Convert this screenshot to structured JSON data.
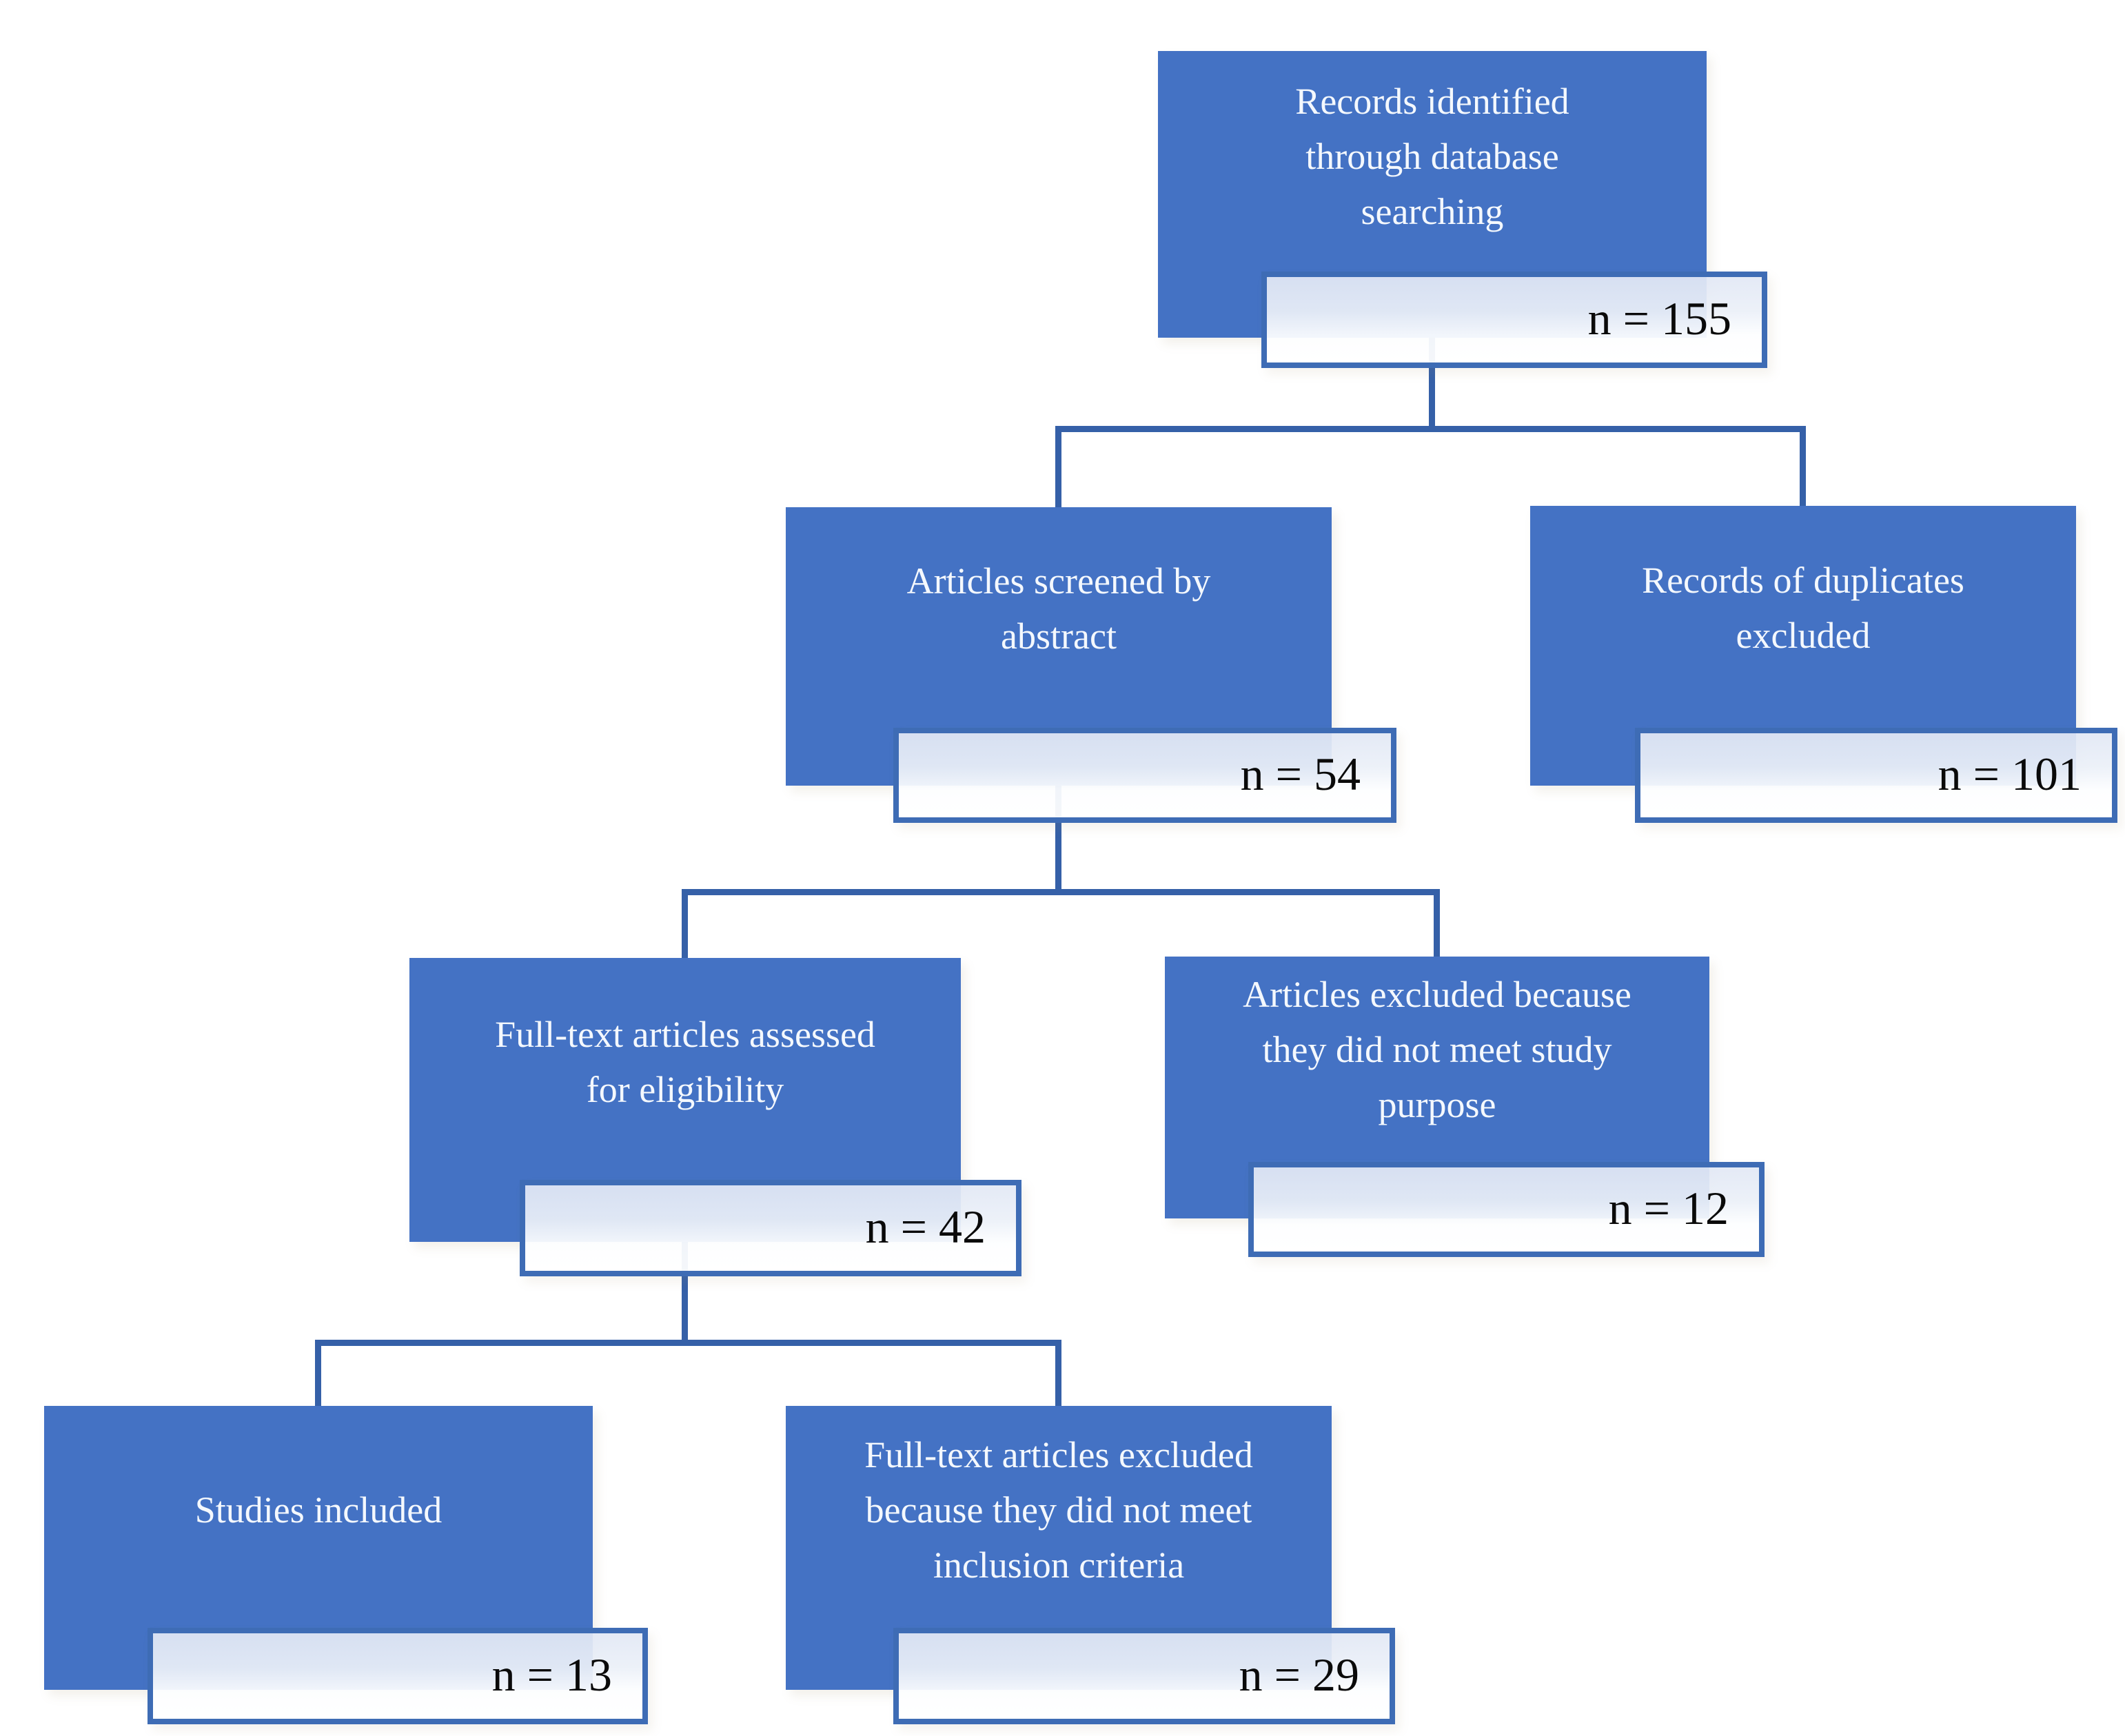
{
  "diagram": {
    "type": "flowchart",
    "colors": {
      "box-fill": "#4472C4",
      "box-text": "#F4F8FD",
      "count-border": "#3E6CB5",
      "count-text": "#0A0A0A",
      "connector": "#3560A8"
    },
    "nodes": [
      {
        "id": "records-identified",
        "label": "Records identified\nthrough database\nsearching",
        "count": "n = 155"
      },
      {
        "id": "articles-screened",
        "label": "Articles screened by\nabstract",
        "count": "n = 54"
      },
      {
        "id": "duplicates-excluded",
        "label": "Records of duplicates\nexcluded",
        "count": "n = 101"
      },
      {
        "id": "fulltext-assessed",
        "label": "Full-text articles assessed\nfor eligibility",
        "count": "n = 42"
      },
      {
        "id": "excluded-study-purpose",
        "label": "Articles excluded because\nthey did not meet study\npurpose",
        "count": "n = 12"
      },
      {
        "id": "studies-included",
        "label": "Studies included",
        "count": "n = 13"
      },
      {
        "id": "fulltext-excluded",
        "label": "Full-text articles excluded\nbecause they did not meet\ninclusion criteria",
        "count": "n = 29"
      }
    ],
    "edges": [
      {
        "from": "records-identified",
        "to": [
          "articles-screened",
          "duplicates-excluded"
        ]
      },
      {
        "from": "articles-screened",
        "to": [
          "fulltext-assessed",
          "excluded-study-purpose"
        ]
      },
      {
        "from": "fulltext-assessed",
        "to": [
          "studies-included",
          "fulltext-excluded"
        ]
      }
    ]
  }
}
